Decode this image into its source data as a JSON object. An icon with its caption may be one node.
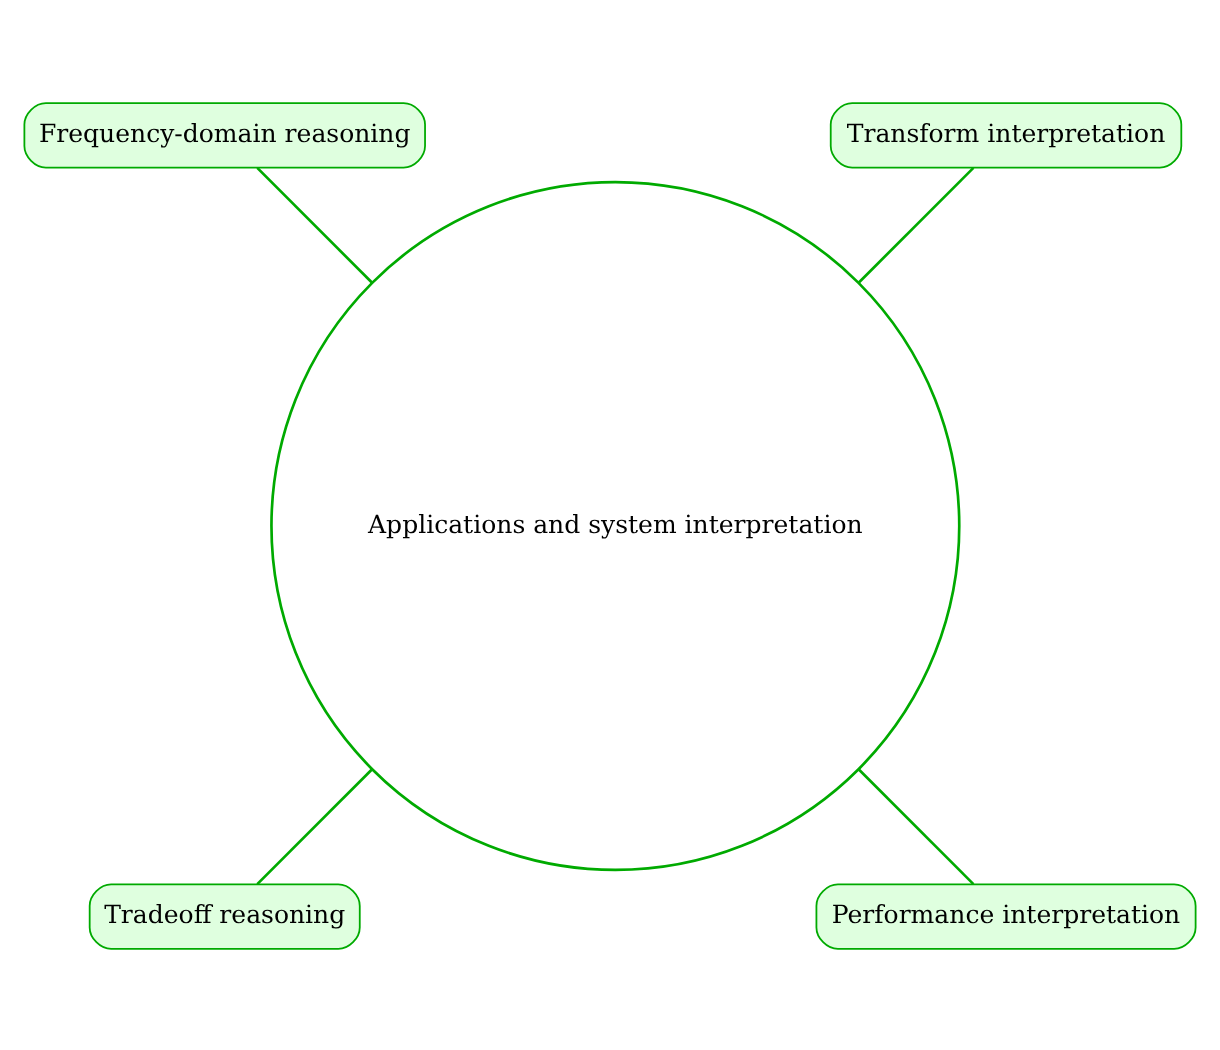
{
  "diagram": {
    "nodes": [
      {
        "text": [
          "Applications and system interpretation"
        ]
      },
      {
        "text": [
          "Transform interpretation"
        ]
      },
      {
        "text": [
          "Frequency-domain reasoning"
        ]
      },
      {
        "text": [
          "Tradeoff reasoning"
        ]
      },
      {
        "text": [
          "Performance interpretation"
        ]
      }
    ],
    "edges": [
      {
        "from": 0,
        "to": 1,
        "arrow": "none"
      },
      {
        "from": 0,
        "to": 2,
        "arrow": "none"
      },
      {
        "from": 0,
        "to": 3,
        "arrow": "none"
      },
      {
        "from": 0,
        "to": 4,
        "arrow": "none"
      }
    ]
  }
}
